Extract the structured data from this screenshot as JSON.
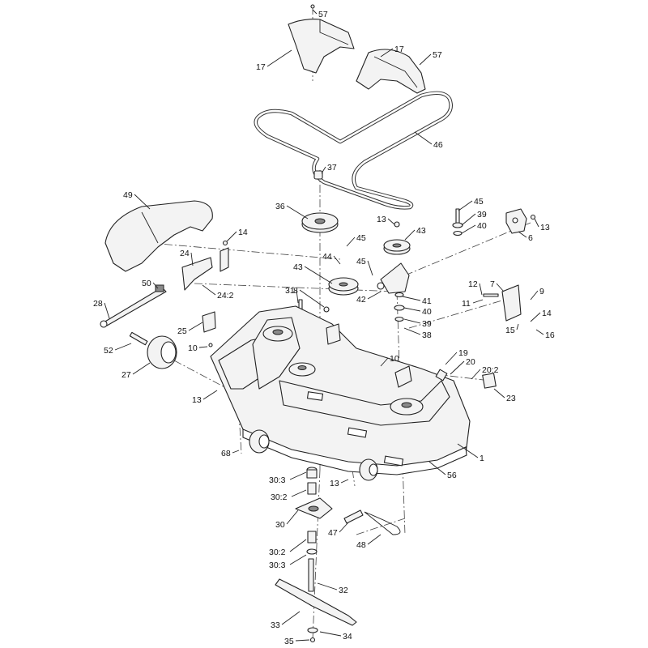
{
  "callouts": [
    {
      "id": "c57a",
      "text": "57"
    },
    {
      "id": "c17a",
      "text": "17"
    },
    {
      "id": "c17b",
      "text": "17"
    },
    {
      "id": "c57b",
      "text": "57"
    },
    {
      "id": "c46",
      "text": "46"
    },
    {
      "id": "c37",
      "text": "37"
    },
    {
      "id": "c49",
      "text": "49"
    },
    {
      "id": "c36",
      "text": "36"
    },
    {
      "id": "c45a",
      "text": "45"
    },
    {
      "id": "c13a",
      "text": "13"
    },
    {
      "id": "c43a",
      "text": "43"
    },
    {
      "id": "c39a",
      "text": "39"
    },
    {
      "id": "c40a",
      "text": "40"
    },
    {
      "id": "c13b",
      "text": "13"
    },
    {
      "id": "c6",
      "text": "6"
    },
    {
      "id": "c14a",
      "text": "14"
    },
    {
      "id": "c24",
      "text": "24"
    },
    {
      "id": "c24_2",
      "text": "24:2"
    },
    {
      "id": "c45b",
      "text": "45"
    },
    {
      "id": "c44",
      "text": "44"
    },
    {
      "id": "c45c",
      "text": "45"
    },
    {
      "id": "c43b",
      "text": "43"
    },
    {
      "id": "c42",
      "text": "42"
    },
    {
      "id": "c41",
      "text": "41"
    },
    {
      "id": "c40b",
      "text": "40"
    },
    {
      "id": "c39b",
      "text": "39"
    },
    {
      "id": "c38",
      "text": "38"
    },
    {
      "id": "c50",
      "text": "50"
    },
    {
      "id": "c28",
      "text": "28"
    },
    {
      "id": "c31",
      "text": "31"
    },
    {
      "id": "c8",
      "text": "8"
    },
    {
      "id": "c12",
      "text": "12"
    },
    {
      "id": "c7",
      "text": "7"
    },
    {
      "id": "c9",
      "text": "9"
    },
    {
      "id": "c11",
      "text": "11"
    },
    {
      "id": "c14b",
      "text": "14"
    },
    {
      "id": "c15",
      "text": "15"
    },
    {
      "id": "c16",
      "text": "16"
    },
    {
      "id": "c25",
      "text": "25"
    },
    {
      "id": "c10a",
      "text": "10"
    },
    {
      "id": "c52",
      "text": "52"
    },
    {
      "id": "c27",
      "text": "27"
    },
    {
      "id": "c10b",
      "text": "10"
    },
    {
      "id": "c19",
      "text": "19"
    },
    {
      "id": "c20",
      "text": "20"
    },
    {
      "id": "c20_2",
      "text": "20:2"
    },
    {
      "id": "c23",
      "text": "23"
    },
    {
      "id": "c13c",
      "text": "13"
    },
    {
      "id": "c1",
      "text": "1"
    },
    {
      "id": "c56",
      "text": "56"
    },
    {
      "id": "c68",
      "text": "68"
    },
    {
      "id": "c30_3a",
      "text": "30:3"
    },
    {
      "id": "c13d",
      "text": "13"
    },
    {
      "id": "c30_2a",
      "text": "30:2"
    },
    {
      "id": "c30",
      "text": "30"
    },
    {
      "id": "c47",
      "text": "47"
    },
    {
      "id": "c48",
      "text": "48"
    },
    {
      "id": "c30_2b",
      "text": "30:2"
    },
    {
      "id": "c30_3b",
      "text": "30:3"
    },
    {
      "id": "c32",
      "text": "32"
    },
    {
      "id": "c33",
      "text": "33"
    },
    {
      "id": "c34",
      "text": "34"
    },
    {
      "id": "c35",
      "text": "35"
    }
  ]
}
